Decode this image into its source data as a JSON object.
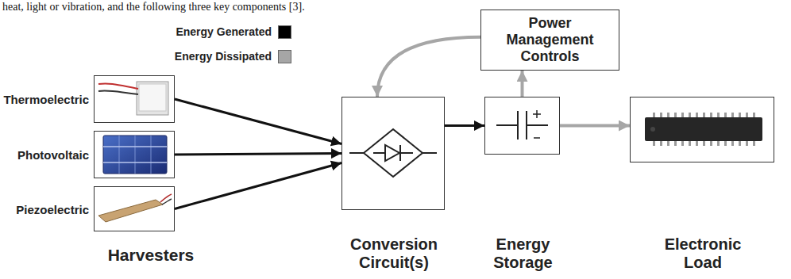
{
  "diagram": {
    "nodes": [
      {
        "text": [
          "Power Management Controls"
        ]
      },
      {
        "text": [
          "Thermoelectric"
        ]
      },
      {
        "text": [
          "Photovoltaic"
        ]
      },
      {
        "text": [
          "Piezoelectric"
        ]
      },
      {
        "text": [
          "Conversion Circuit(s)"
        ]
      },
      {
        "text": [
          "Energy Storage"
        ]
      },
      {
        "text": [
          "Electronic Load"
        ]
      }
    ],
    "edges": [
      {
        "from": 1,
        "to": 4,
        "arrow": "to"
      },
      {
        "from": 2,
        "to": 4,
        "arrow": "to"
      },
      {
        "from": 3,
        "to": 4,
        "arrow": "to"
      },
      {
        "from": 4,
        "to": 5,
        "arrow": "to"
      },
      {
        "from": 5,
        "to": 6,
        "arrow": "to"
      },
      {
        "from": 5,
        "to": 0,
        "arrow": "to"
      },
      {
        "from": 0,
        "to": 4,
        "arrow": "to"
      }
    ],
    "labels": [
      "heat, light or vibration, and the following three key components [3].",
      "Harvesters"
    ],
    "legend": [
      {
        "text": "Energy Generated",
        "color": "#000000"
      },
      {
        "text": "Energy Dissipated",
        "color": "#a6a6a6"
      }
    ]
  }
}
